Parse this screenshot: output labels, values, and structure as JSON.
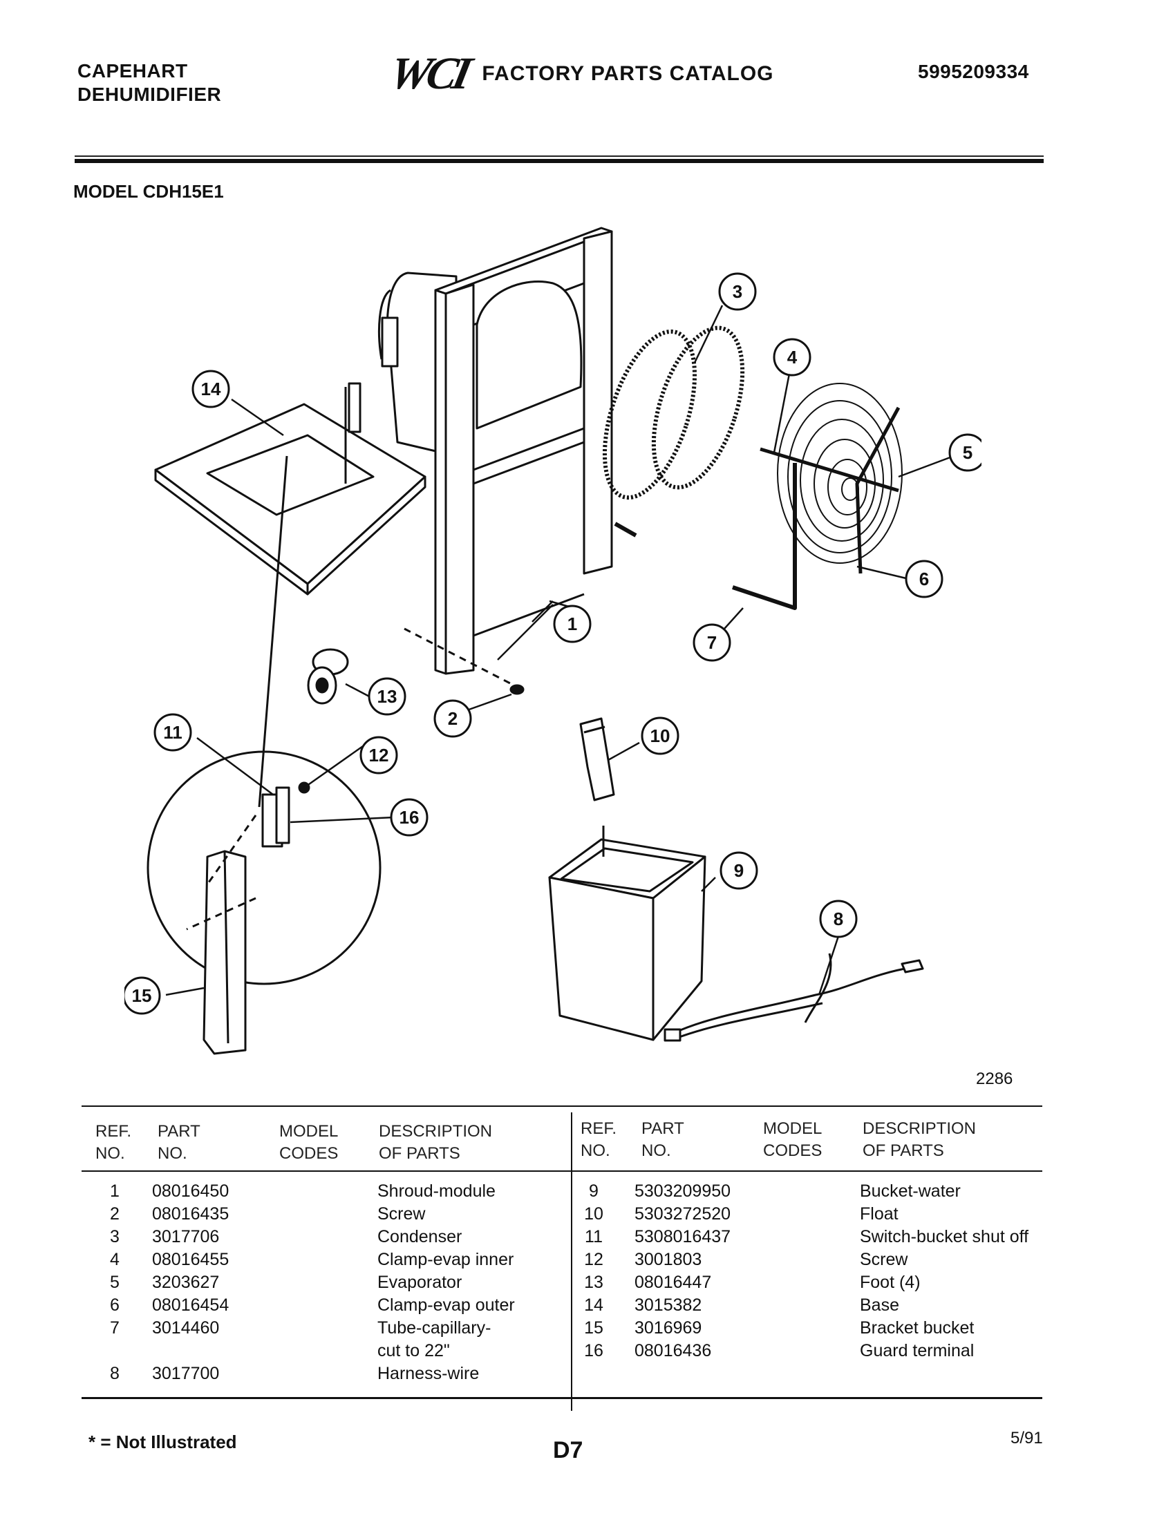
{
  "header": {
    "brand_line1": "CAPEHART",
    "brand_line2": "DEHUMIDIFIER",
    "logo_text": "WCI",
    "catalog_title": "FACTORY PARTS CATALOG",
    "catalog_number": "5995209334"
  },
  "model": "MODEL CDH15E1",
  "diagram": {
    "callouts": [
      "1",
      "2",
      "3",
      "4",
      "5",
      "6",
      "7",
      "8",
      "9",
      "10",
      "11",
      "12",
      "13",
      "14",
      "15",
      "16"
    ],
    "drawing_code": "2286"
  },
  "table": {
    "headers": {
      "ref": [
        "REF.",
        "NO."
      ],
      "part": [
        "PART",
        "NO."
      ],
      "model": [
        "MODEL",
        "CODES"
      ],
      "desc": [
        "DESCRIPTION",
        "OF PARTS"
      ]
    },
    "left": [
      {
        "ref": "1",
        "part": "08016450",
        "desc": "Shroud-module"
      },
      {
        "ref": "2",
        "part": "08016435",
        "desc": "Screw"
      },
      {
        "ref": "3",
        "part": "3017706",
        "desc": "Condenser"
      },
      {
        "ref": "4",
        "part": "08016455",
        "desc": "Clamp-evap inner"
      },
      {
        "ref": "5",
        "part": "3203627",
        "desc": "Evaporator"
      },
      {
        "ref": "6",
        "part": "08016454",
        "desc": "Clamp-evap outer"
      },
      {
        "ref": "7",
        "part": "3014460",
        "desc": "Tube-capillary-",
        "desc2": "cut to 22\""
      },
      {
        "ref": "8",
        "part": "3017700",
        "desc": "Harness-wire"
      }
    ],
    "right": [
      {
        "ref": "9",
        "part": "5303209950",
        "desc": "Bucket-water"
      },
      {
        "ref": "10",
        "part": "5303272520",
        "desc": "Float"
      },
      {
        "ref": "11",
        "part": "5308016437",
        "desc": "Switch-bucket shut off"
      },
      {
        "ref": "12",
        "part": "3001803",
        "desc": "Screw"
      },
      {
        "ref": "13",
        "part": "08016447",
        "desc": "Foot (4)"
      },
      {
        "ref": "14",
        "part": "3015382",
        "desc": "Base"
      },
      {
        "ref": "15",
        "part": "3016969",
        "desc": "Bracket bucket"
      },
      {
        "ref": "16",
        "part": "08016436",
        "desc": "Guard terminal"
      }
    ]
  },
  "footer": {
    "note": "* = Not Illustrated",
    "page_id": "D7",
    "date": "5/91"
  }
}
